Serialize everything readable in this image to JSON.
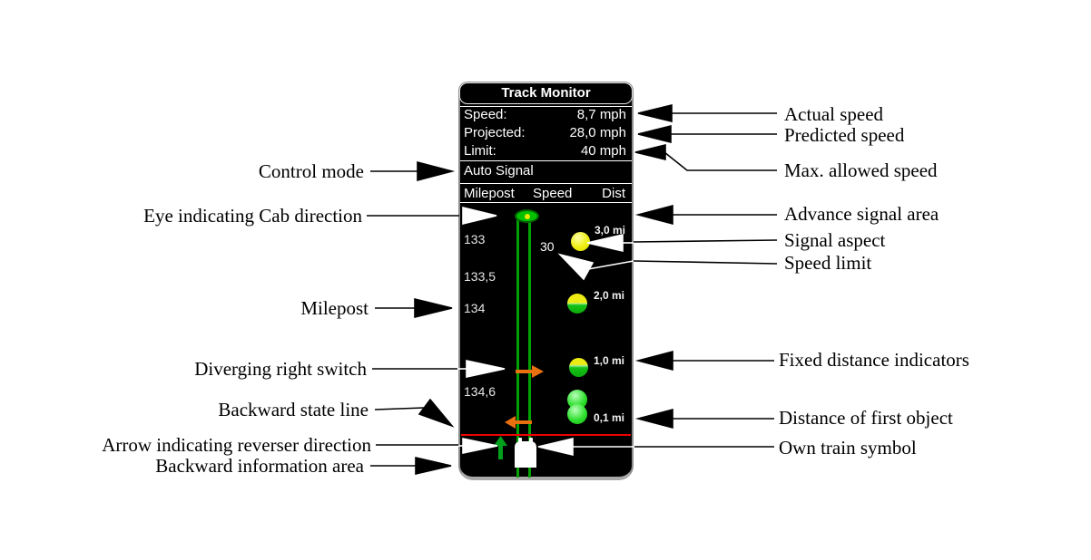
{
  "window": {
    "title": "Track Monitor",
    "speed_label": "Speed:",
    "speed_value": "8,7 mph",
    "projected_label": "Projected:",
    "projected_value": "28,0 mph",
    "limit_label": "Limit:",
    "limit_value": "40 mph",
    "control_mode": "Auto Signal",
    "col_milepost": "Milepost",
    "col_speed": "Speed",
    "col_dist": "Dist",
    "mileposts": [
      "133",
      "133,5",
      "134",
      "134,6"
    ],
    "signal_speed_limit": "30",
    "distances": [
      "3,0 mi",
      "2,0 mi",
      "1,0 mi",
      "0,1 mi"
    ]
  },
  "annotations_left": [
    {
      "text": "Control mode"
    },
    {
      "text": "Eye indicating Cab direction"
    },
    {
      "text": "Milepost"
    },
    {
      "text": "Diverging right switch"
    },
    {
      "text": "Backward state line"
    },
    {
      "text": "Arrow indicating reverser direction"
    },
    {
      "text": "Backward information area"
    }
  ],
  "annotations_right": [
    {
      "text": "Actual speed"
    },
    {
      "text": "Predicted speed"
    },
    {
      "text": "Max. allowed speed"
    },
    {
      "text": "Advance signal area"
    },
    {
      "text": "Signal aspect"
    },
    {
      "text": "Speed limit"
    },
    {
      "text": "Fixed distance indicators"
    },
    {
      "text": "Distance of first object"
    },
    {
      "text": "Own train symbol"
    }
  ],
  "icons": {
    "cab_direction_eye": "green-eye-ellipse-with-yellow-dot",
    "signal_clear": "yellow-ball",
    "signal_approach": "yellow-green-ball",
    "signal_proceed": "green-double-ball",
    "diverging_switch": "orange-right-arrow",
    "backward_switch": "orange-left-arrow",
    "reverser_direction": "green-up-arrow",
    "own_train": "white-train-symbol"
  },
  "colors": {
    "panel_background": "#000000",
    "panel_border": "#8f8f8f",
    "rail_green": "#00a000",
    "switch_orange": "#e87010",
    "state_line_red": "#ee0000",
    "signal_yellow": "#eeee10",
    "signal_green": "#22cc22",
    "reverser_green": "#00a01c",
    "panel_text": "#ffffff",
    "annotation_text": "#000000"
  }
}
